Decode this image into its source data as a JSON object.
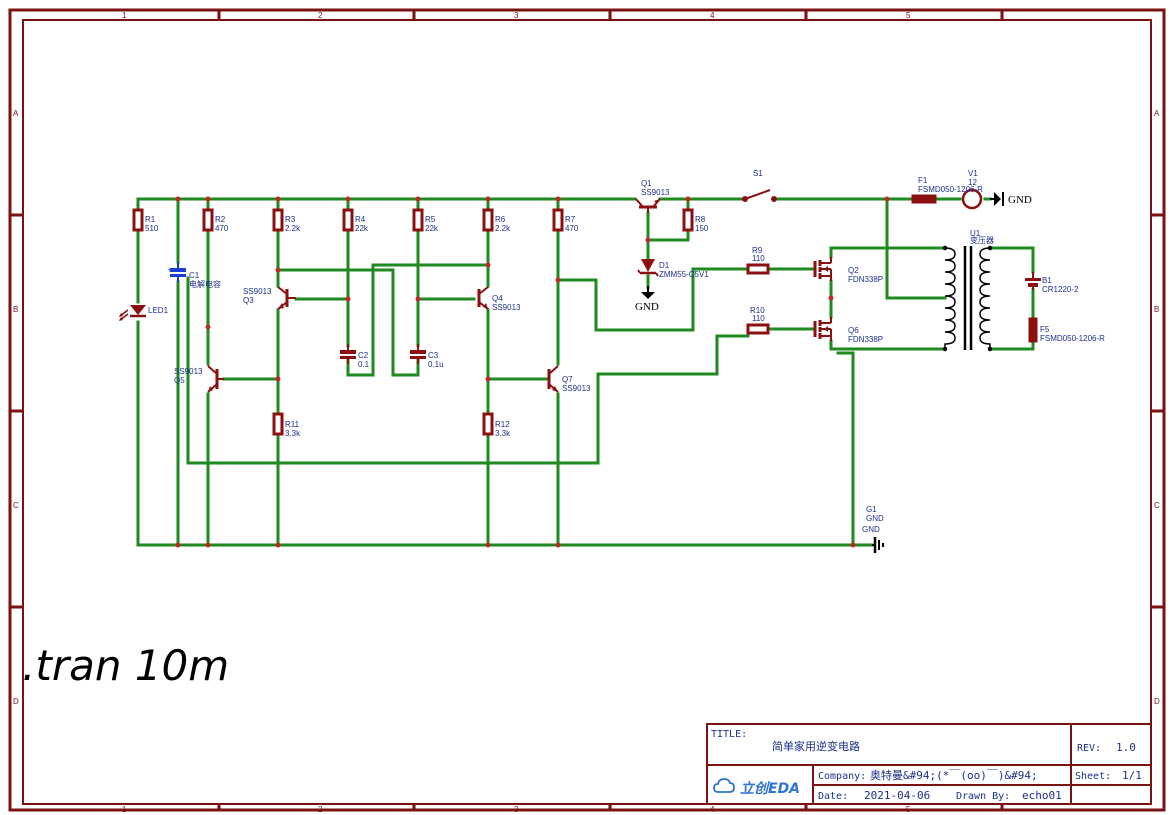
{
  "grid": {
    "cols": [
      "1",
      "2",
      "3",
      "4",
      "5"
    ],
    "rows": [
      "A",
      "B",
      "C",
      "D"
    ]
  },
  "colors": {
    "wire": "#1f8a1f",
    "part": "#8b1010",
    "label": "#1d2f8a",
    "frame": "#7a1212"
  },
  "components": {
    "R1": {
      "ref": "R1",
      "val": "510"
    },
    "R2": {
      "ref": "R2",
      "val": "470"
    },
    "R3": {
      "ref": "R3",
      "val": "2.2k"
    },
    "R4": {
      "ref": "R4",
      "val": "22k"
    },
    "R5": {
      "ref": "R5",
      "val": "22k"
    },
    "R6": {
      "ref": "R6",
      "val": "2.2k"
    },
    "R7": {
      "ref": "R7",
      "val": "470"
    },
    "R8": {
      "ref": "R8",
      "val": "150"
    },
    "R9": {
      "ref": "R9",
      "val": "110"
    },
    "R10": {
      "ref": "R10",
      "val": "110"
    },
    "R11": {
      "ref": "R11",
      "val": "3.3k"
    },
    "R12": {
      "ref": "R12",
      "val": "3.3k"
    },
    "C1": {
      "ref": "C1",
      "val": "电解电容"
    },
    "C2": {
      "ref": "C2",
      "val": "0.1"
    },
    "C3": {
      "ref": "C3",
      "val": "0.1u"
    },
    "LED1": {
      "ref": "LED1"
    },
    "Q1": {
      "ref": "Q1",
      "val": "SS9013"
    },
    "Q3": {
      "ref": "Q3",
      "val": "SS9013"
    },
    "Q4": {
      "ref": "Q4",
      "val": "SS9013"
    },
    "Q5": {
      "ref": "Q5",
      "val": "SS9013"
    },
    "Q7": {
      "ref": "Q7",
      "val": "SS9013"
    },
    "Q2": {
      "ref": "Q2",
      "val": "FDN338P"
    },
    "Q6": {
      "ref": "Q6",
      "val": "FDN338P"
    },
    "D1": {
      "ref": "D1",
      "val": "ZMM55-C5V1"
    },
    "S1": {
      "ref": "S1"
    },
    "F1": {
      "ref": "F1",
      "val": "FSMD050-1206-R"
    },
    "F5": {
      "ref": "F5",
      "val": "FSMD050-1206-R"
    },
    "V1": {
      "ref": "V1",
      "val": "12"
    },
    "U1": {
      "ref": "U1",
      "val": "变压器"
    },
    "B1": {
      "ref": "B1",
      "val": "CR1220-2"
    },
    "G1": {
      "ref": "G1",
      "val": "GND",
      "net": "GND"
    }
  },
  "gnd_labels": {
    "gnd_d1": "GND",
    "gnd_v1": "GND"
  },
  "spice_directive": ".tran 10m",
  "title_block": {
    "title_label": "TITLE:",
    "title": "简单家用逆变电路",
    "rev_label": "REV:",
    "rev": "1.0",
    "company_label": "Company:",
    "company": "奥特曼&#94;(*￣(oo)￣)&#94;",
    "sheet_label": "Sheet:",
    "sheet": "1/1",
    "date_label": "Date:",
    "date": "2021-04-06",
    "drawn_label": "Drawn By:",
    "drawn": "echo01",
    "logo": "立创EDA"
  }
}
